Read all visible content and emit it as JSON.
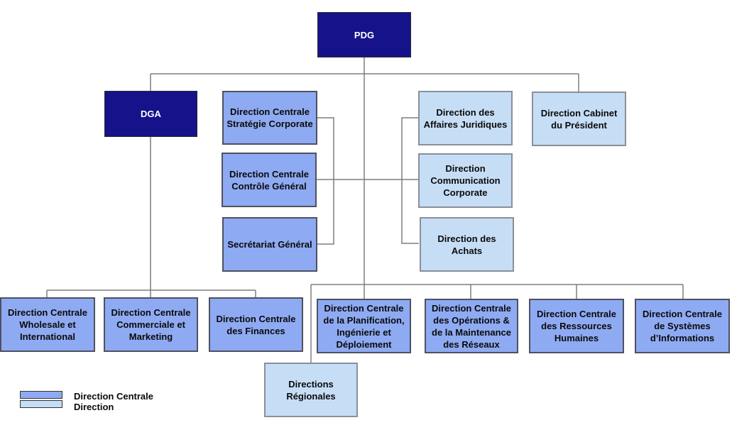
{
  "nodes": {
    "pdg": "PDG",
    "dga": "DGA",
    "strategie": "Direction Centrale\nStratégie Corporate",
    "controle": "Direction Centrale\nContrôle Général",
    "secretariat": "Secrétariat Général",
    "juridiques": "Direction des\nAffaires Juridiques",
    "communication": "Direction\nCommunication\nCorporate",
    "achats": "Direction des\nAchats",
    "cabinet": "Direction Cabinet\ndu Président",
    "wholesale": "Direction Centrale\nWholesale et\nInternational",
    "commerciale": "Direction Centrale\nCommerciale et\nMarketing",
    "finances": "Direction Centrale\ndes Finances",
    "planification": "Direction Centrale\nde la Planification,\nIngénierie et\nDéploiement",
    "operations": "Direction Centrale\ndes Opérations  &\nde la Maintenance\ndes Réseaux",
    "rh": "Direction Centrale\ndes Ressources\nHumaines",
    "si": "Direction Centrale\nde Systèmes\nd’Informations",
    "regionales": "Directions\nRégionales"
  },
  "legend": {
    "central": "Direction Centrale",
    "direction": "Direction"
  },
  "colors": {
    "executive": "#15128a",
    "central": "#8eaaf2",
    "direction": "#c6ddf6",
    "connector": "#7f7f7f"
  }
}
